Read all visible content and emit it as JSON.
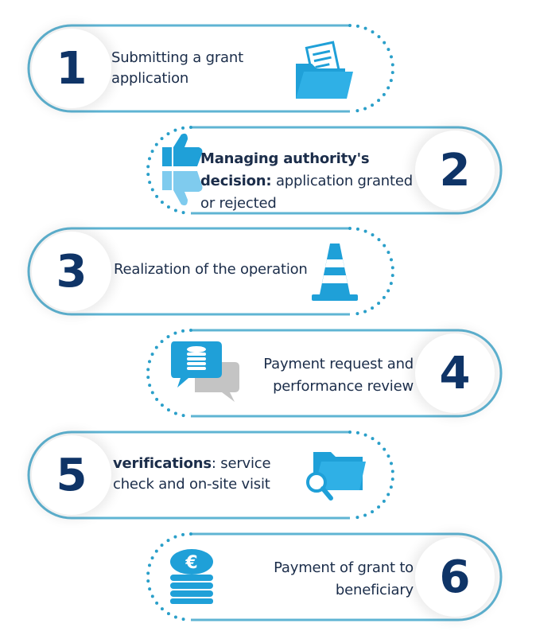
{
  "steps": [
    {
      "number": "1",
      "text": "Submitting a grant application",
      "icon": "folder-documents-icon"
    },
    {
      "number": "2",
      "bold": "Managing authority's decision:",
      "text": "application granted or rejected",
      "icon": "thumbs-up-down-icon"
    },
    {
      "number": "3",
      "text": "Realization of the operation",
      "icon": "traffic-cone-icon"
    },
    {
      "number": "4",
      "text": "Payment request and performance review",
      "icon": "chat-coins-icon"
    },
    {
      "number": "5",
      "bold": "verifications",
      "text": ": service check and on-site visit",
      "icon": "folder-magnifier-icon"
    },
    {
      "number": "6",
      "text": "Payment of grant to beneficiary",
      "icon": "euro-coins-stack-icon"
    }
  ],
  "colors": {
    "accent": "#1fa0d8",
    "light_accent": "#7fcbee",
    "number": "#0f3467",
    "outline": "#5fb4d3",
    "dots": "#2a9fc9"
  }
}
